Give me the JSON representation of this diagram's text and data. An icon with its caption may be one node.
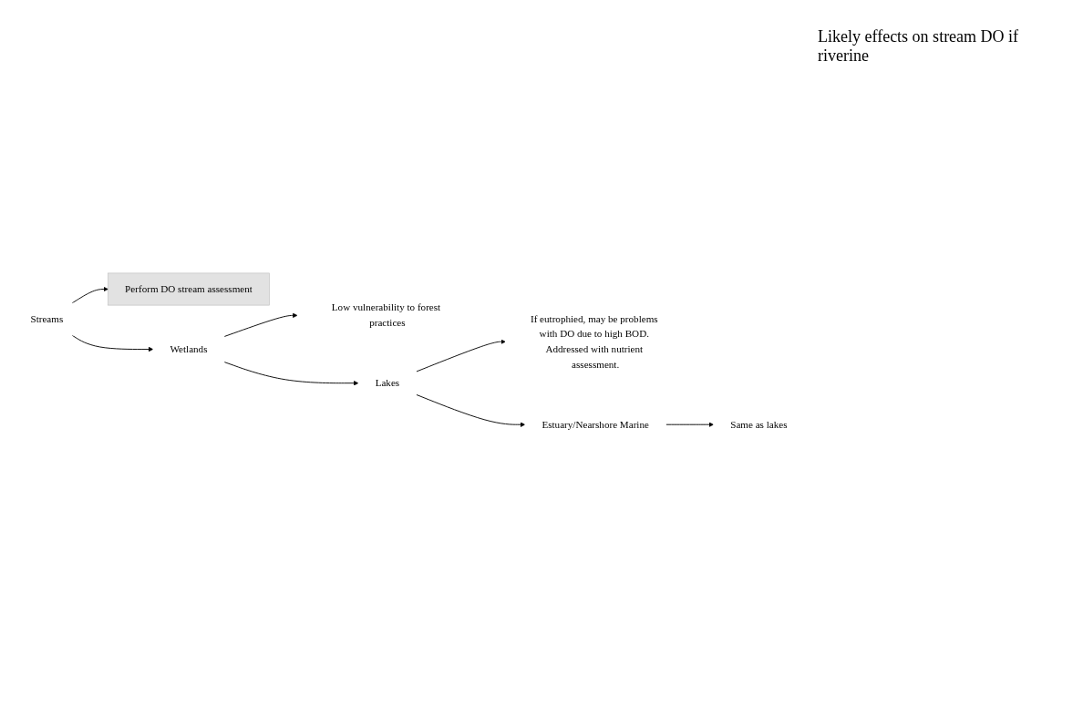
{
  "diagram": {
    "nodes": [
      {
        "text": [
          "Streams"
        ]
      },
      {
        "text": [
          "Perform DO stream assessment"
        ]
      },
      {
        "text": [
          "Wetlands"
        ]
      },
      {
        "text": [
          "Low vulnerability to forest practices"
        ]
      },
      {
        "text": [
          "Lakes"
        ]
      },
      {
        "text": [
          "If eutrophied, may be problems with DO due to high BOD. Addressed with nutrient assessment."
        ]
      },
      {
        "text": [
          "Estuary/Nearshore Marine"
        ]
      },
      {
        "text": [
          "Same as lakes"
        ]
      }
    ],
    "edges": [
      {
        "from": 0,
        "to": 1,
        "arrow": "to"
      },
      {
        "from": 0,
        "to": 2,
        "arrow": "to"
      },
      {
        "from": 2,
        "to": 3,
        "arrow": "to"
      },
      {
        "from": 2,
        "to": 4,
        "arrow": "to"
      },
      {
        "from": 4,
        "to": 5,
        "arrow": "to"
      },
      {
        "from": 4,
        "to": 6,
        "arrow": "to"
      },
      {
        "from": 6,
        "to": 7,
        "arrow": "to"
      }
    ],
    "labels": [
      "Likely effects on stream DO if riverine"
    ]
  }
}
